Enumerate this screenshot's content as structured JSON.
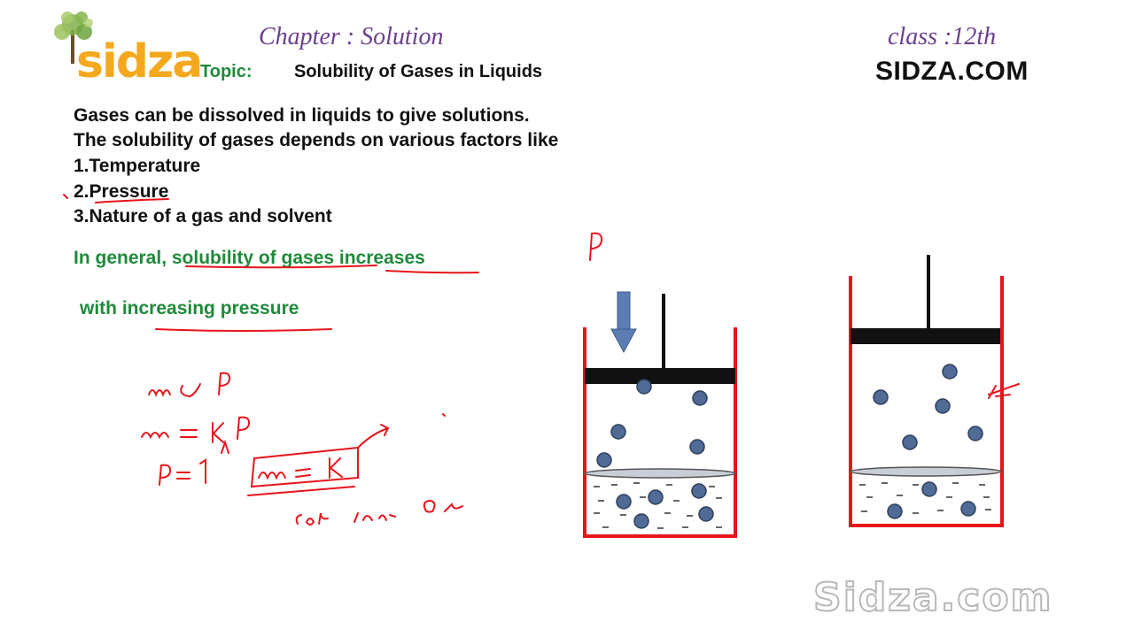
{
  "header": {
    "logo": "sidza",
    "chapter": "Chapter : Solution",
    "class_label": "class :12th",
    "topic_label": "Topic:",
    "topic_title": "Solubility of Gases in Liquids",
    "site": "SIDZA.COM"
  },
  "content": {
    "lines": [
      "Gases can be dissolved in liquids to give solutions.",
      "The solubility of gases depends on various factors like",
      "1.Temperature",
      "2.Pressure",
      "3.Nature of a gas and solvent"
    ],
    "general_line": "In general, solubility of gases increases",
    "pressure_line": "with increasing pressure"
  },
  "watermark": "Sidza.com",
  "colors": {
    "container": "#e8141c",
    "molecule": "#4f6b96",
    "heading_green": "#1f8a3a",
    "heading_purple": "#6b3f8f",
    "logo_orange": "#f4a81d",
    "annotation": "#e8141c"
  },
  "icons": [
    "tree-icon",
    "down-arrow-icon"
  ]
}
